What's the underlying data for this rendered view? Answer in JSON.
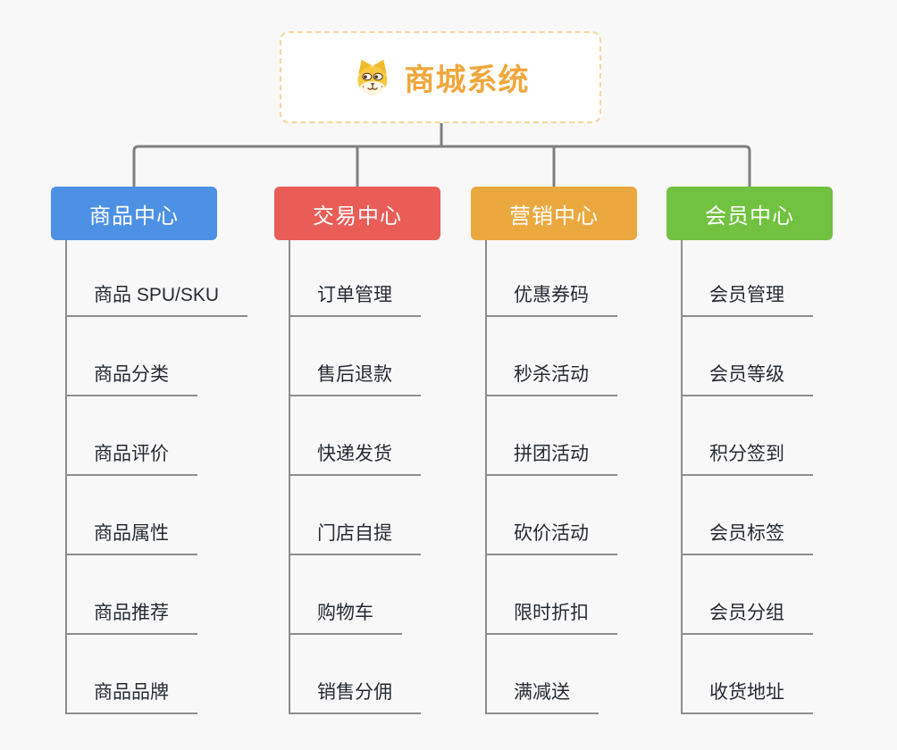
{
  "root": {
    "title": "商城系统",
    "icon": "dog-face-icon",
    "text_color": "#f0a73c",
    "border_color": "#f5d7a0"
  },
  "branches": [
    {
      "id": "product-center",
      "label": "商品中心",
      "color": "#4d91e4",
      "children": [
        "商品 SPU/SKU",
        "商品分类",
        "商品评价",
        "商品属性",
        "商品推荐",
        "商品品牌"
      ]
    },
    {
      "id": "trade-center",
      "label": "交易中心",
      "color": "#e95d56",
      "children": [
        "订单管理",
        "售后退款",
        "快递发货",
        "门店自提",
        "购物车",
        "销售分佣"
      ]
    },
    {
      "id": "marketing-center",
      "label": "营销中心",
      "color": "#eba83f",
      "children": [
        "优惠券码",
        "秒杀活动",
        "拼团活动",
        "砍价活动",
        "限时折扣",
        "满减送"
      ]
    },
    {
      "id": "member-center",
      "label": "会员中心",
      "color": "#71c240",
      "children": [
        "会员管理",
        "会员等级",
        "积分签到",
        "会员标签",
        "会员分组",
        "收货地址"
      ]
    }
  ],
  "colors": {
    "connector": "#7f7f7f",
    "child_line": "#8d8d8d",
    "child_text": "#262b33",
    "background": "#f8f8f8"
  }
}
